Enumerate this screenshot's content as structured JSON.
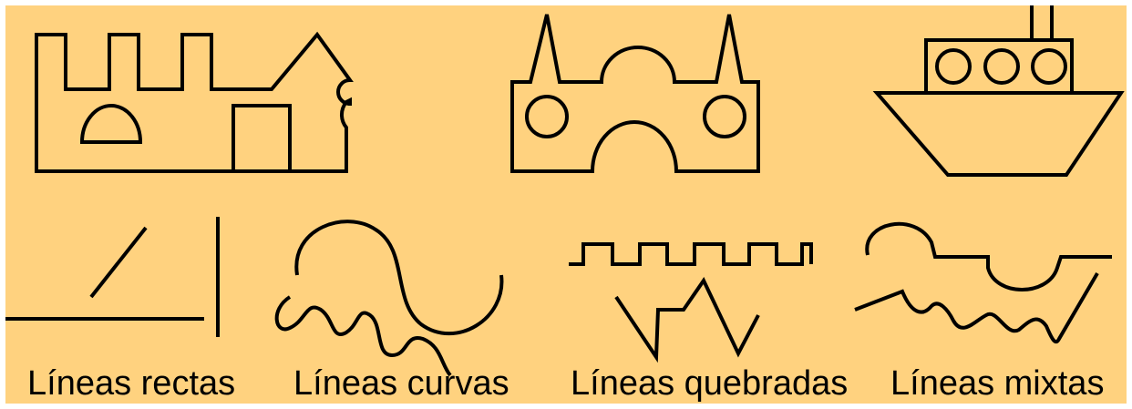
{
  "background_color": "#FFD27F",
  "line_color": "#000000",
  "captions": {
    "rectas": "Líneas rectas",
    "curvas": "Líneas curvas",
    "quebradas": "Líneas quebradas",
    "mixtas": "Líneas mixtas"
  },
  "figures": {
    "top": [
      "castle-figure",
      "palace-figure",
      "boat-figure"
    ],
    "bottom": [
      "straight-lines-sample",
      "curved-lines-sample",
      "broken-lines-sample",
      "mixed-lines-sample"
    ]
  }
}
